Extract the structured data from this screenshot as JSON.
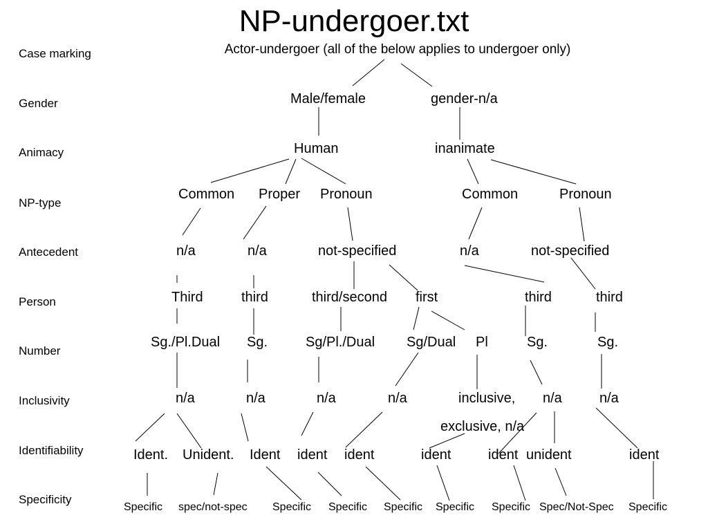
{
  "title": "NP-undergoer.txt",
  "subtitle": "Actor-undergoer (all of the below applies to undergoer only)",
  "row_labels": {
    "case_marking": "Case marking",
    "gender": "Gender",
    "animacy": "Animacy",
    "np_type": "NP-type",
    "antecedent": "Antecedent",
    "person": "Person",
    "number": "Number",
    "inclusivity": "Inclusivity",
    "identifiability": "Identifiability",
    "specificity": "Specificity"
  },
  "nodes": {
    "gender_mf": "Male/female",
    "gender_na": "gender-n/a",
    "anim_human": "Human",
    "anim_inanimate": "inanimate",
    "np_common_h": "Common",
    "np_proper": "Proper",
    "np_pronoun_h": "Pronoun",
    "np_common_i": "Common",
    "np_pronoun_i": "Pronoun",
    "ant_na1": "n/a",
    "ant_na2": "n/a",
    "ant_ns1": "not-specified",
    "ant_na3": "n/a",
    "ant_ns2": "not-specified",
    "per_third1": "Third",
    "per_third2": "third",
    "per_thirdsecond": "third/second",
    "per_first": "first",
    "per_third3": "third",
    "per_third4": "third",
    "num_sgpldual": "Sg./Pl.Dual",
    "num_sg1": "Sg.",
    "num_sgpldual2": "Sg/Pl./Dual",
    "num_sgdual": "Sg/Dual",
    "num_pl": "Pl",
    "num_sg2": "Sg.",
    "num_sg3": "Sg.",
    "inc_na1": "n/a",
    "inc_na2": "n/a",
    "inc_na3": "n/a",
    "inc_na4": "n/a",
    "inc_incl": "inclusive,",
    "inc_na5": "n/a",
    "inc_na6": "n/a",
    "inc_excl": "exclusive, n/a",
    "id_ident1": "Ident.",
    "id_unident1": "Unident.",
    "id_ident2": "Ident",
    "id_ident3": "ident",
    "id_ident4": "ident",
    "id_ident5": "ident",
    "id_ident6": "ident",
    "id_unident2": "unident",
    "id_ident7": "ident",
    "spec_1": "Specific",
    "spec_2": "spec/not-spec",
    "spec_3": "Specific",
    "spec_4": "Specific",
    "spec_5": "Specific",
    "spec_6": "Specific",
    "spec_7": "Specific",
    "spec_8": "Spec/Not-Spec",
    "spec_9": "Specific"
  }
}
